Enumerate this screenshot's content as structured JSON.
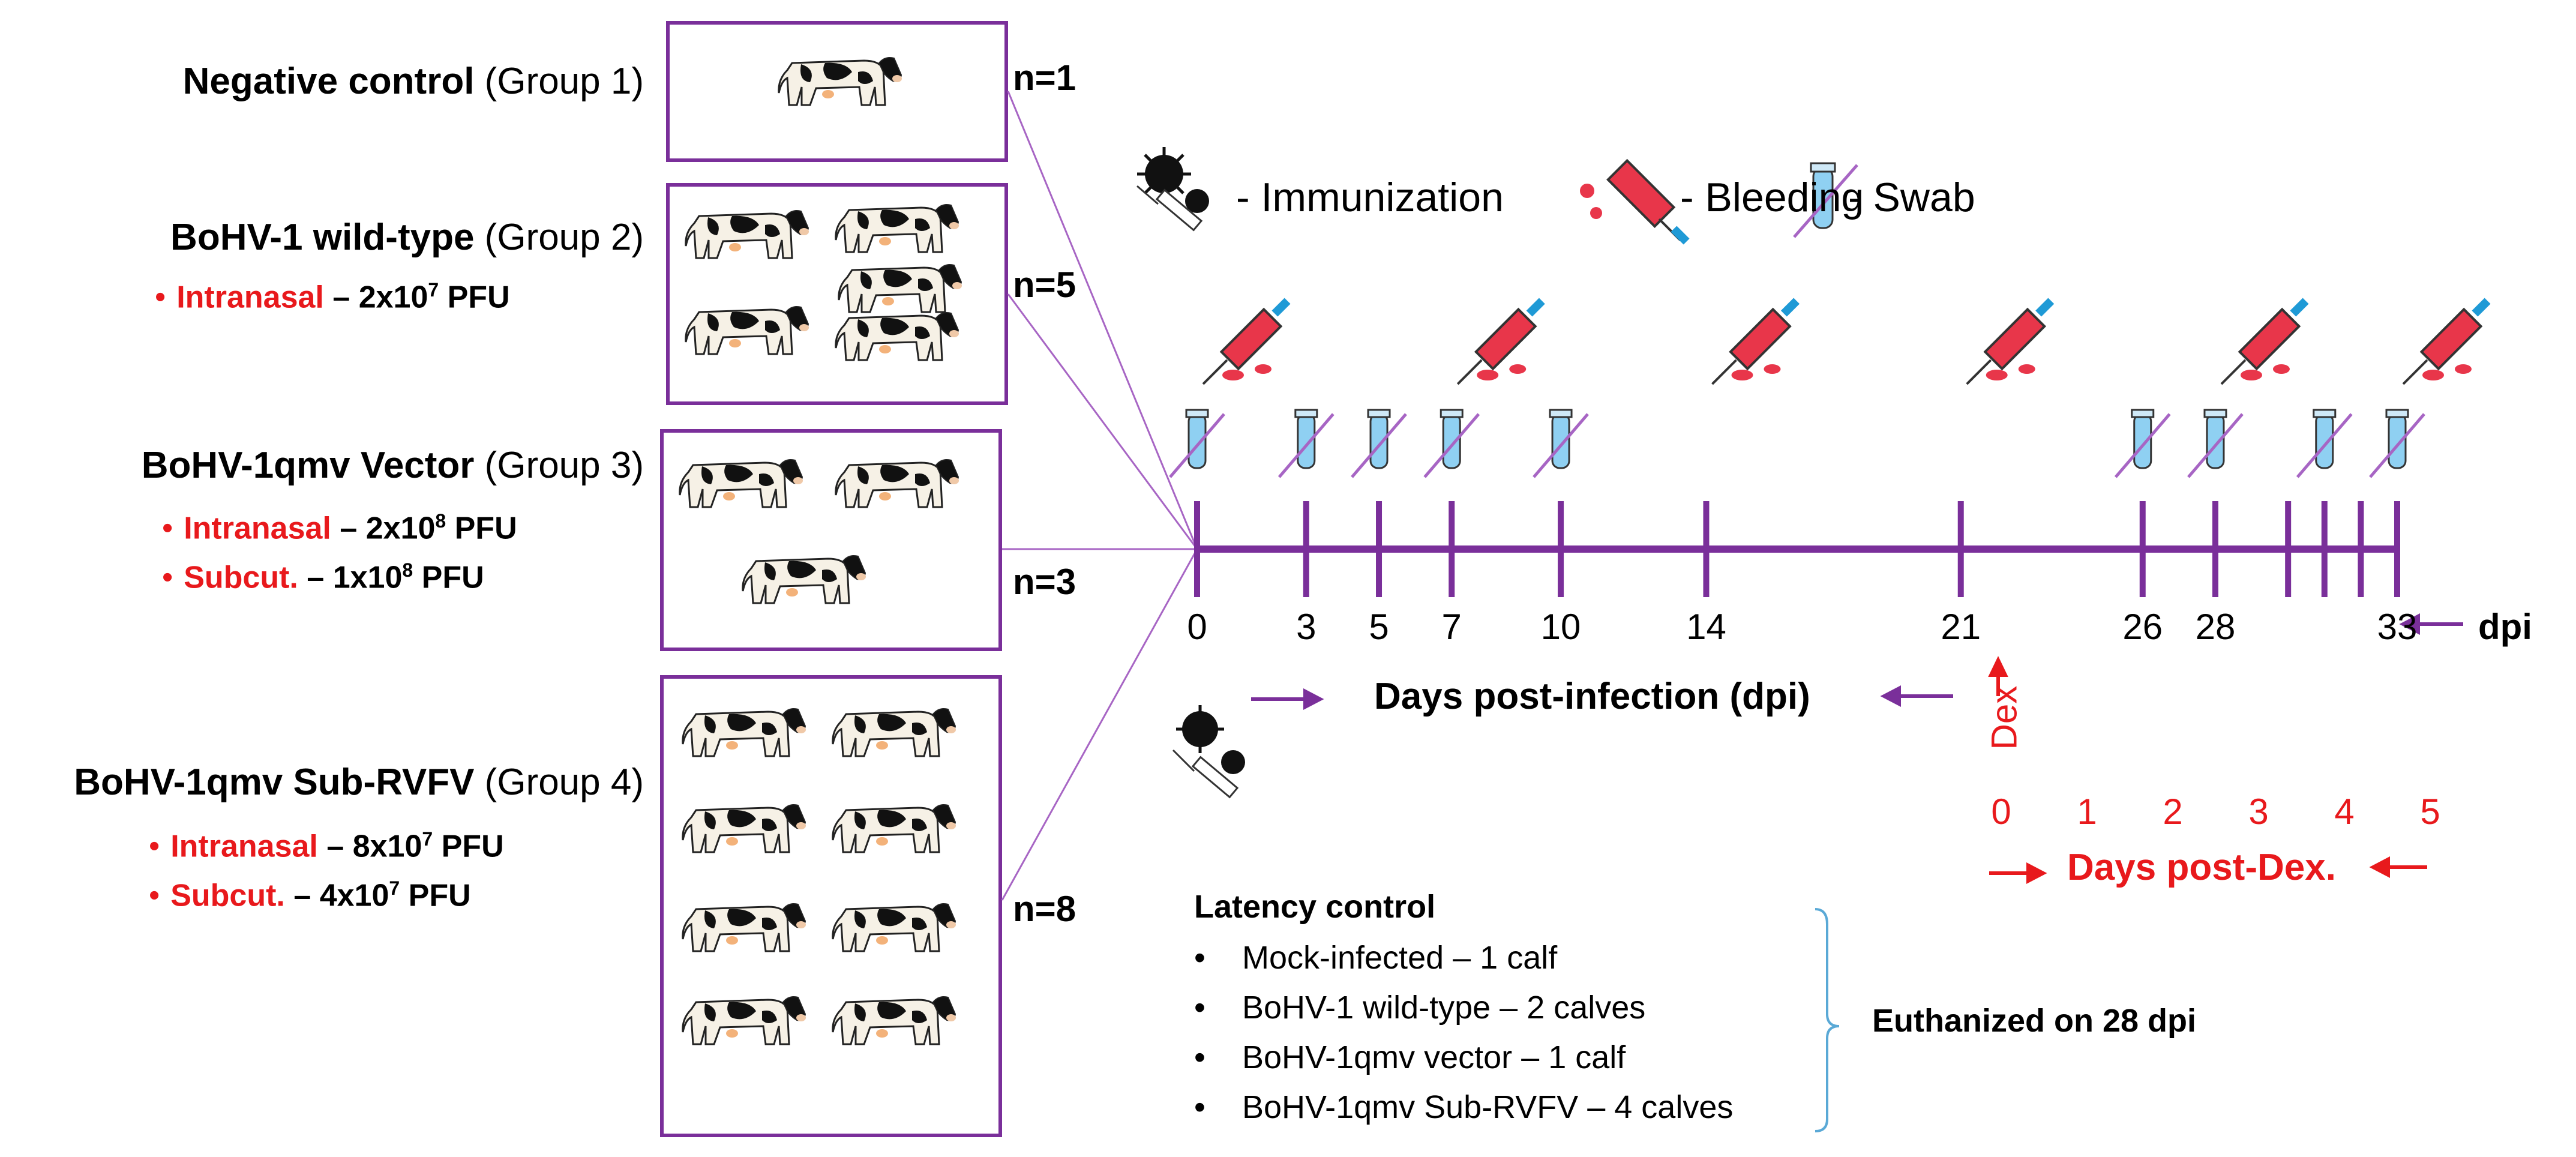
{
  "groups": [
    {
      "name": "Negative control",
      "group": "(Group 1)",
      "n": "n=1",
      "routes": []
    },
    {
      "name": "BoHV-1 wild-type",
      "group": "(Group 2)",
      "n": "n=5",
      "routes": [
        {
          "route": "Intranasal",
          "dose": "– 2x10",
          "exp": "7",
          "unit": " PFU"
        }
      ]
    },
    {
      "name": "BoHV-1qmv Vector",
      "group": "(Group 3)",
      "n": "n=3",
      "routes": [
        {
          "route": "Intranasal",
          "dose": "– 2x10",
          "exp": "8",
          "unit": " PFU"
        },
        {
          "route": "Subcut.",
          "dose": "– 1x10",
          "exp": "8",
          "unit": " PFU"
        }
      ]
    },
    {
      "name": "BoHV-1qmv Sub-RVFV",
      "group": "(Group 4)",
      "n": "n=8",
      "routes": [
        {
          "route": "Intranasal",
          "dose": "– 8x10",
          "exp": "7",
          "unit": " PFU"
        },
        {
          "route": "Subcut.",
          "dose": "– 4x10",
          "exp": "7",
          "unit": " PFU"
        }
      ]
    }
  ],
  "legend": {
    "immunization": "- Immunization",
    "bleeding": "- Bleeding",
    "swab": "- Swab"
  },
  "timeline": {
    "ticks": [
      0,
      3,
      5,
      7,
      10,
      14,
      21,
      26,
      28,
      33
    ],
    "minor_ticks": [
      30,
      31,
      32
    ],
    "bleeding_days": [
      0,
      7,
      14,
      21,
      28,
      33
    ],
    "swab_days": [
      0,
      3,
      5,
      7,
      10,
      26,
      28,
      31,
      33
    ],
    "unit_label": "dpi",
    "axis_title": "Days post-infection (dpi)"
  },
  "dex": {
    "marker": "Dex",
    "days": [
      "0",
      "1",
      "2",
      "3",
      "4",
      "5"
    ],
    "axis_title": "Days post-Dex."
  },
  "latency": {
    "title": "Latency control",
    "items": [
      "Mock-infected – 1 calf",
      "BoHV-1 wild-type – 2 calves",
      "BoHV-1qmv vector – 1 calf",
      "BoHV-1qmv Sub-RVFV – 4 calves"
    ],
    "bullet": "•",
    "note": "Euthanized on 28 dpi"
  },
  "colors": {
    "purple": "#7a2f9a",
    "red": "#e8191c",
    "syringe_red": "#e8364a",
    "tube_blue": "#8fd0f2",
    "brace_blue": "#5aa9d6"
  }
}
